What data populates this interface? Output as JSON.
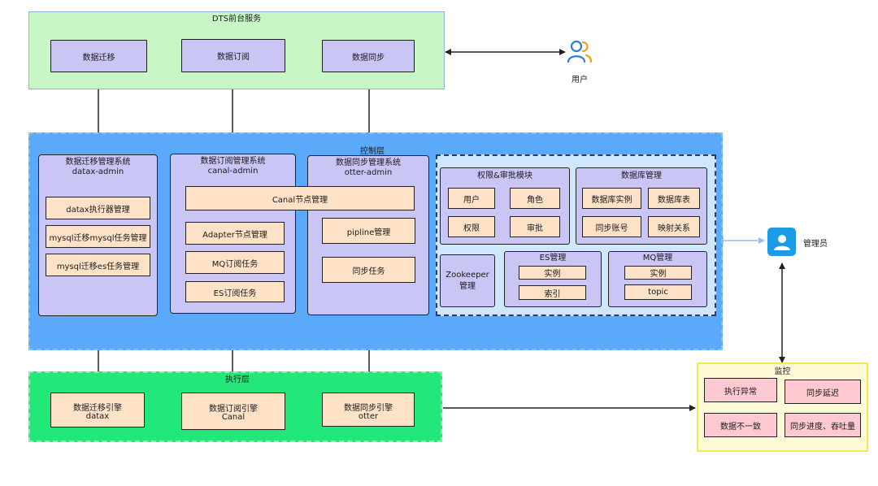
{
  "front": {
    "title": "DTS前台服务",
    "services": [
      "数据迁移",
      "数据订阅",
      "数据同步"
    ]
  },
  "user": {
    "label": "用户"
  },
  "control": {
    "title": "控制层",
    "migration": {
      "title": "数据迁移管理系统",
      "subtitle": "datax-admin",
      "items": [
        "datax执行器管理",
        "mysql迁移mysql任务管理",
        "mysql迁移es任务管理"
      ]
    },
    "subscribe": {
      "title": "数据订阅管理系统",
      "subtitle": "canal-admin",
      "items": [
        "Adapter节点管理",
        "MQ订阅任务",
        "ES订阅任务"
      ]
    },
    "canal_node": "Canal节点管理",
    "sync": {
      "title": "数据同步管理系统",
      "subtitle": "otter-admin",
      "items": [
        "pipline管理",
        "同步任务"
      ]
    },
    "auth": {
      "title": "权限&审批模块",
      "items": [
        "用户",
        "角色",
        "权限",
        "审批"
      ]
    },
    "db": {
      "title": "数据库管理",
      "items": [
        "数据库实例",
        "数据库表",
        "同步账号",
        "映射关系"
      ]
    },
    "zookeeper": "Zookeeper管理",
    "es": {
      "title": "ES管理",
      "items": [
        "实例",
        "索引"
      ]
    },
    "mq": {
      "title": "MQ管理",
      "items": [
        "实例",
        "topic"
      ]
    }
  },
  "admin": {
    "label": "管理员"
  },
  "exec": {
    "title": "执行层",
    "engines": [
      {
        "name": "数据迁移引擎",
        "sub": "datax"
      },
      {
        "name": "数据订阅引擎",
        "sub": "Canal"
      },
      {
        "name": "数据同步引擎",
        "sub": "otter"
      }
    ]
  },
  "monitor": {
    "title": "监控",
    "items": [
      "执行异常",
      "同步延迟",
      "数据不一致",
      "同步进度、吞吐量"
    ]
  },
  "colors": {
    "front_bg": "#c8f7c5",
    "control_bg": "#5aa9fb",
    "exec_bg": "#22e87a",
    "monitor_bg": "#fffbd9",
    "service_box": "#c9c6f6",
    "item_box": "#fde2c7",
    "monitor_box": "#ffc9d2",
    "admin_icon": "#1e9be6",
    "user_icon": "#2b7de0"
  }
}
